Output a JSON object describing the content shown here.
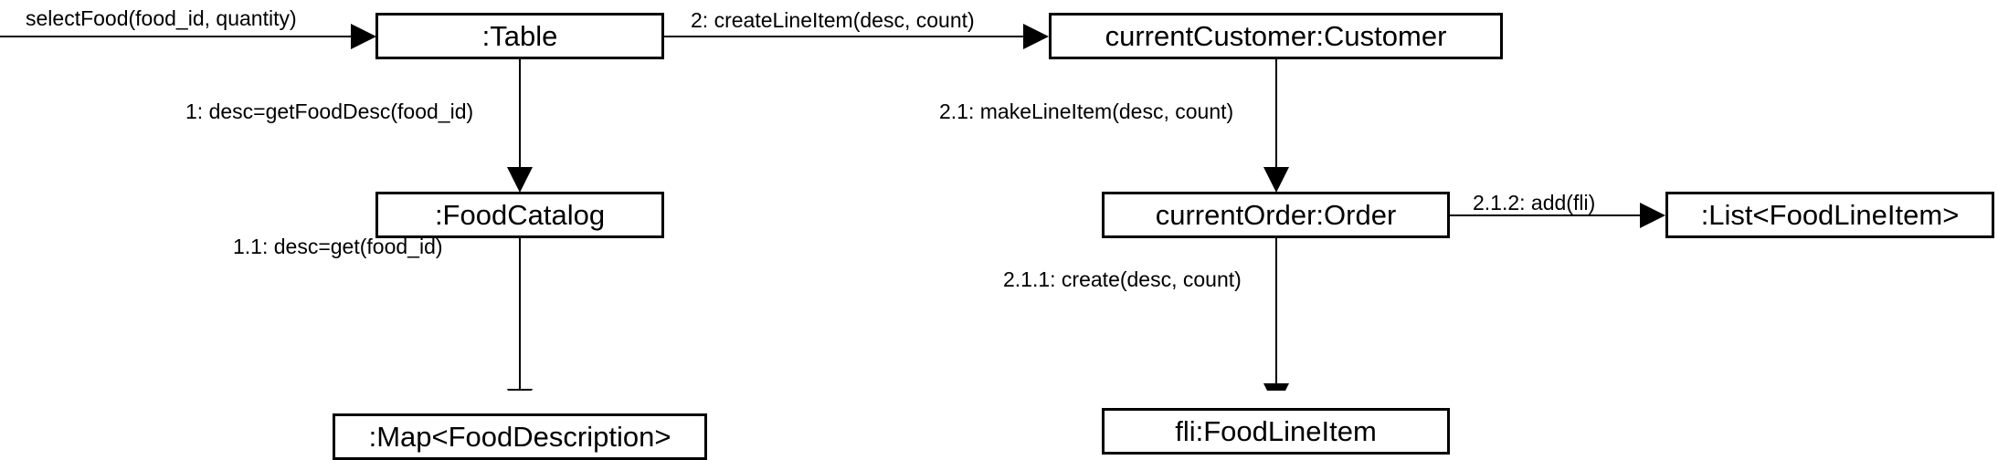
{
  "objects": {
    "table": ":Table",
    "food_catalog": ":FoodCatalog",
    "food_map": ":Map<FoodDescription>",
    "current_customer": "currentCustomer:Customer",
    "current_order": "currentOrder:Order",
    "food_line_list": ":List<FoodLineItem>",
    "fli": "fli:FoodLineItem"
  },
  "messages": {
    "select_food": "selectFood(food_id, quantity)",
    "get_food_desc": "1: desc=getFoodDesc(food_id)",
    "get_desc": "1.1: desc=get(food_id)",
    "create_line_item": "2: createLineItem(desc, count)",
    "make_line_item": "2.1: makeLineItem(desc, count)",
    "create": "2.1.1: create(desc, count)",
    "add": "2.1.2: add(fli)"
  }
}
